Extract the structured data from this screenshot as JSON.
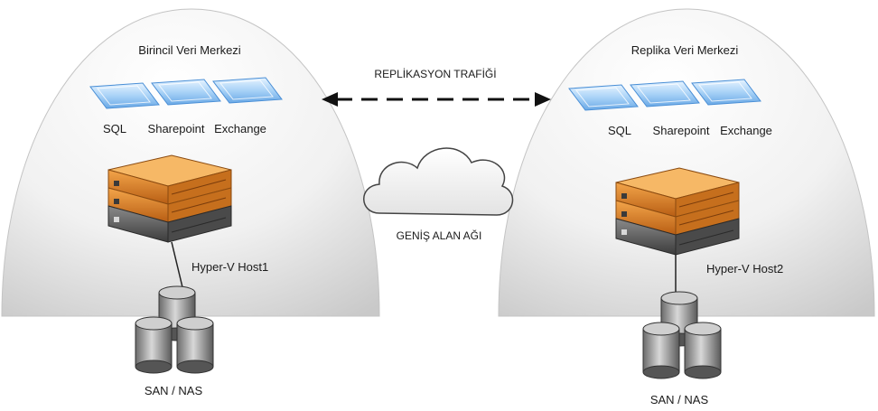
{
  "primary_site": {
    "title": "Birincil Veri Merkezi",
    "apps": [
      "SQL",
      "Sharepoint",
      "Exchange"
    ],
    "host": "Hyper-V Host1",
    "storage": "SAN / NAS"
  },
  "replica_site": {
    "title": "Replika Veri Merkezi",
    "apps": [
      "SQL",
      "Sharepoint",
      "Exchange"
    ],
    "host": "Hyper-V Host2",
    "storage": "SAN / NAS"
  },
  "replication_label": "REPLİKASYON TRAFİĞİ",
  "wan_label": "GENİŞ ALAN AĞI",
  "colors": {
    "dome_top": "#ffffff",
    "dome_bottom": "#d6d6d6",
    "server_orange": "#e0862a",
    "server_dark": "#5a5a5a",
    "panel_blue": "#9cc9f2",
    "arrow": "#111111"
  },
  "icons": [
    "dome",
    "vm-panel-icon",
    "server-stack-icon",
    "database-icon",
    "cloud-icon",
    "bidirectional-arrow-icon"
  ]
}
